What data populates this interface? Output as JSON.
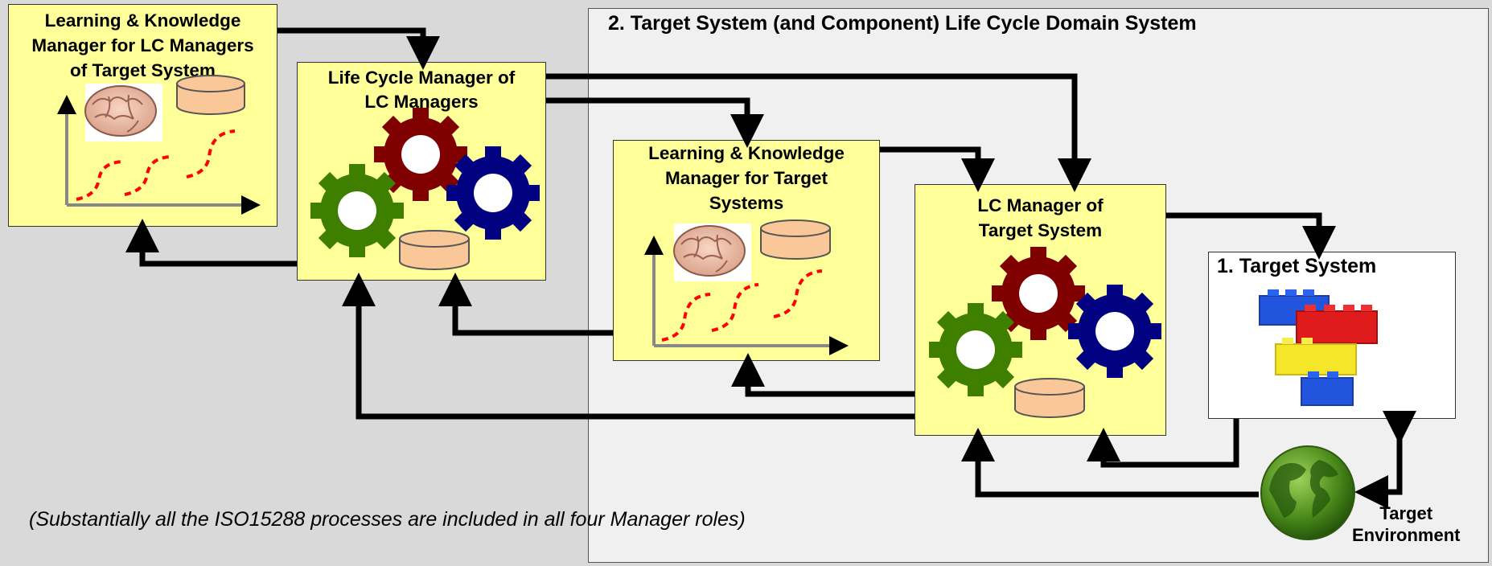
{
  "domain": {
    "title": "2.  Target System (and Component)  Life Cycle Domain System"
  },
  "boxes": {
    "lk_lc_managers": "Learning & Knowledge\nManager for LC Managers\nof Target System",
    "lcm_of_lcm": "Life Cycle Manager of\nLC Managers",
    "lk_target": "Learning & Knowledge\nManager for Target\nSystems",
    "lcm_target": "LC Manager of\nTarget System",
    "target_system": "1. Target System"
  },
  "target_environment": "Target\nEnvironment",
  "note": "(Substantially all the ISO15288 processes are included in all four Manager roles)",
  "colors": {
    "background": "#d9d9d9",
    "domain_panel": "#f0f0f0",
    "manager_box": "#ffff99",
    "gear_red": "#800000",
    "gear_blue": "#000080",
    "gear_green": "#3f7f00",
    "database": "#fac898",
    "curve": "#ff0000",
    "lego_blue": "#2255dd",
    "lego_red": "#e01b1b",
    "lego_yellow": "#f5e62a",
    "globe_green": "#4a8a1a"
  },
  "icons": [
    "brain-icon",
    "database-icon",
    "learning-curve-chart-icon",
    "gear-icon",
    "lego-bricks-icon",
    "globe-icon"
  ]
}
